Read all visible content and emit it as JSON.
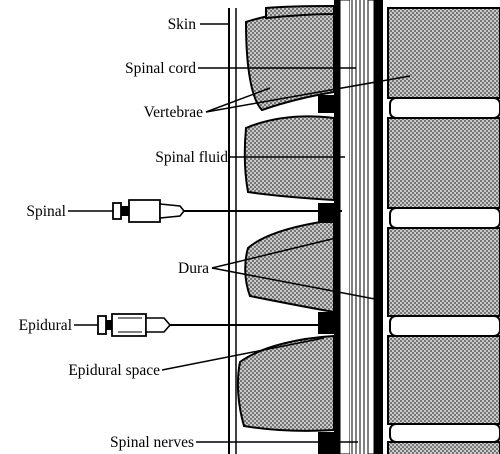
{
  "labels": {
    "skin": "Skin",
    "spinal_cord": "Spinal cord",
    "vertebrae": "Vertebrae",
    "spinal_fluid": "Spinal fluid",
    "spinal": "Spinal",
    "dura": "Dura",
    "epidural": "Epidural",
    "epidural_space": "Epidural space",
    "spinal_nerves": "Spinal nerves"
  },
  "colors": {
    "ink": "#000000",
    "bone_fill": "#bdbdbd",
    "disc_fill": "#ffffff",
    "background": "#ffffff"
  }
}
